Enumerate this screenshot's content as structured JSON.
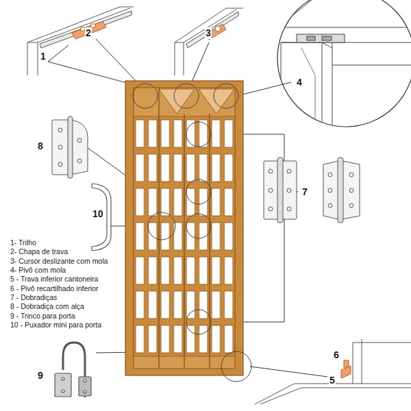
{
  "diagram": {
    "labels": [
      "1",
      "2",
      "3",
      "4",
      "8",
      "7",
      "10",
      "1- Trilho",
      "2- Chapa de trava",
      "3- Cursor deslizante com mola",
      "4- Pivô com mola",
      "5 - Trava inferior cantoneira",
      "6 - Pivô recartilhado inferior",
      "7 - Dobradiças",
      "8 - Dobradiça com alça",
      "9 - Trinco para porta",
      "10 - Puxador mini para porta",
      "9",
      "6",
      "5"
    ]
  }
}
